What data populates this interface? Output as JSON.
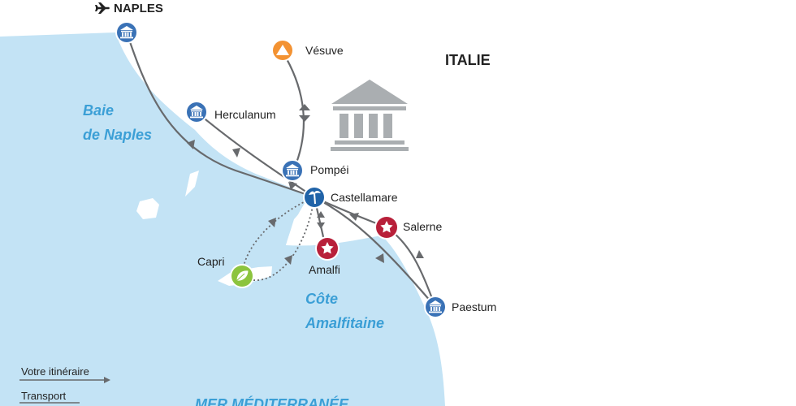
{
  "map": {
    "country_label": "ITALIE",
    "airport_label": "NAPLES",
    "airport_icon": "plane-icon",
    "sea_labels": {
      "bay_line1": "Baie",
      "bay_line2": "de Naples",
      "coast_line1": "Côte",
      "coast_line2": "Amalfitaine",
      "sea": "MER MÉDITERRANÉE"
    },
    "places": [
      {
        "name": "Naples",
        "label": "",
        "icon": "museum-icon"
      },
      {
        "name": "Vesuve",
        "label": "Vésuve",
        "icon": "volcano-icon"
      },
      {
        "name": "Herculanum",
        "label": "Herculanum",
        "icon": "museum-icon"
      },
      {
        "name": "Pompei",
        "label": "Pompéi",
        "icon": "museum-icon"
      },
      {
        "name": "Castellamare",
        "label": "Castellamare",
        "icon": "palm-icon"
      },
      {
        "name": "Salerne",
        "label": "Salerne",
        "icon": "star-icon"
      },
      {
        "name": "Amalfi",
        "label": "Amalfi",
        "icon": "star-icon"
      },
      {
        "name": "Capri",
        "label": "Capri",
        "icon": "leaf-icon"
      },
      {
        "name": "Paestum",
        "label": "Paestum",
        "icon": "museum-icon"
      }
    ],
    "legend": {
      "itinerary": "Votre itinéraire",
      "transport": "Transport"
    },
    "colors": {
      "sea": "#c3e3f5",
      "land": "#ffffff",
      "museum": "#3a72b6",
      "volcano": "#f39232",
      "star": "#b8203a",
      "leaf": "#8cc43e",
      "route": "#686a6d",
      "sea_text": "#3b9fd6",
      "monument": "#aaaeb1"
    }
  }
}
